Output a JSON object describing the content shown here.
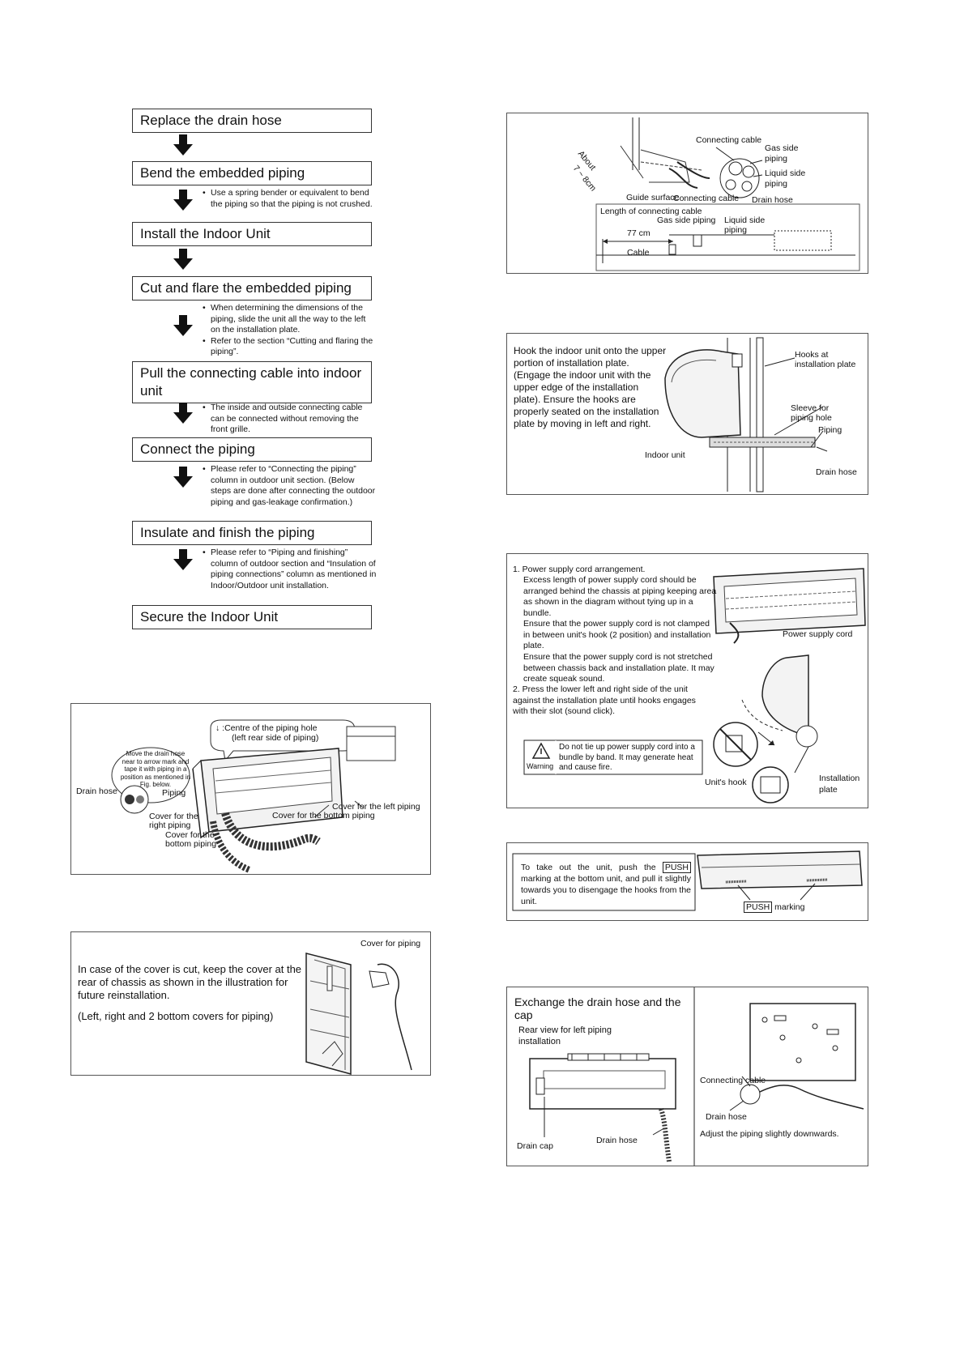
{
  "flow": {
    "steps": [
      "Replace the drain hose",
      "Bend the embedded piping",
      "Install the Indoor Unit",
      "Cut and flare the embedded piping",
      "Pull the connecting cable into indoor unit",
      "Connect the piping",
      "Insulate and finish the piping",
      "Secure the Indoor Unit"
    ],
    "notes": {
      "bend": [
        "Use a spring bender or equivalent to bend the piping so that the piping is not crushed."
      ],
      "cut": [
        "When determining the dimensions of the piping, slide the unit all the way to the left on the installation plate.",
        "Refer to the section “Cutting and flaring the piping”."
      ],
      "pull": [
        "The inside and outside connecting cable can be connected without removing the front grille."
      ],
      "connect": [
        "Please refer to “Connecting the piping” column in outdoor unit section. (Below steps are done after connecting the outdoor piping and gas-leakage confirmation.)"
      ],
      "insulate": [
        "Please refer to “Piping and finishing” column of outdoor section and “Insulation of piping connections” column as mentioned in Indoor/Outdoor unit installation."
      ]
    }
  },
  "fig_piping_hole": {
    "centre_label": "↓ :Centre of the piping hole",
    "centre_sub": "(left rear side of piping)",
    "move_note": "Move the drain hose near to arrow mark and tape it with piping in a position as mentioned in Fig. below.",
    "drain_hose": "Drain hose",
    "piping": "Piping",
    "cover_left": "Cover for the left piping",
    "cover_bottom_piping": "Cover for the bottom piping",
    "cover_right": "Cover for the right piping",
    "cover_bottom": "Cover for the bottom piping"
  },
  "fig_cover": {
    "text": "In case of the cover is cut, keep the cover at the rear of chassis as shown in the illustration for future reinstallation.",
    "text2": "(Left, right and 2 bottom covers for piping)",
    "label": "Cover for piping"
  },
  "fig_cable": {
    "connecting_cable": "Connecting cable",
    "gas_side": "Gas side piping",
    "liquid_side": "Liquid side piping",
    "about": "About",
    "about_dim": "7 ~ 8cm",
    "guide_surface": "Guide surface",
    "connecting_cable2": "Connecting cable",
    "drain_hose": "Drain hose",
    "length": "Length of connecting cable",
    "gas_side2": "Gas side piping",
    "liquid_side2": "Liquid side piping",
    "dim_77": "77 cm",
    "cable": "Cable"
  },
  "fig_hook": {
    "text": "Hook the indoor unit onto the upper portion of installation plate. (Engage the indoor unit with the upper edge of the installation plate). Ensure the hooks are properly seated on the installation plate by moving in left and right.",
    "hooks": "Hooks at installation plate",
    "sleeve": "Sleeve for piping hole",
    "piping": "Piping",
    "indoor_unit": "Indoor unit",
    "drain_hose": "Drain hose"
  },
  "fig_power": {
    "item1_title": "1. Power supply cord arrangement.",
    "item1_a": "Excess length of power supply cord should be arranged behind the chassis at piping keeping area as shown in the diagram without tying up in a bundle.",
    "item1_b": "Ensure that the power supply cord is not clamped in between unit's hook (2 position) and installation plate.",
    "item1_c": "Ensure that the power supply cord is not stretched between chassis back and installation plate. It may create squeak sound.",
    "item2": "2. Press the lower left and right side of the unit against the installation plate until hooks engages with their slot (sound click).",
    "power_cord": "Power supply cord",
    "warning_label": "Warning",
    "warning_text": "Do not tie up power supply cord into a bundle by band. It may generate heat and cause fire.",
    "units_hook": "Unit's hook",
    "installation_plate": "Installation plate"
  },
  "fig_push": {
    "text_a": "To take out the unit, push the",
    "push": "PUSH",
    "text_b": "marking at the bottom unit, and pull it slightly towards you to disengage the hooks from the unit.",
    "marking": "marking"
  },
  "fig_exchange": {
    "title": "Exchange the drain hose and the cap",
    "rear_view": "Rear view for left piping installation",
    "drain_cap": "Drain cap",
    "drain_hose": "Drain hose",
    "connecting_cable": "Connecting cable",
    "drain_hose2": "Drain hose",
    "adjust": "Adjust the piping slightly downwards."
  }
}
